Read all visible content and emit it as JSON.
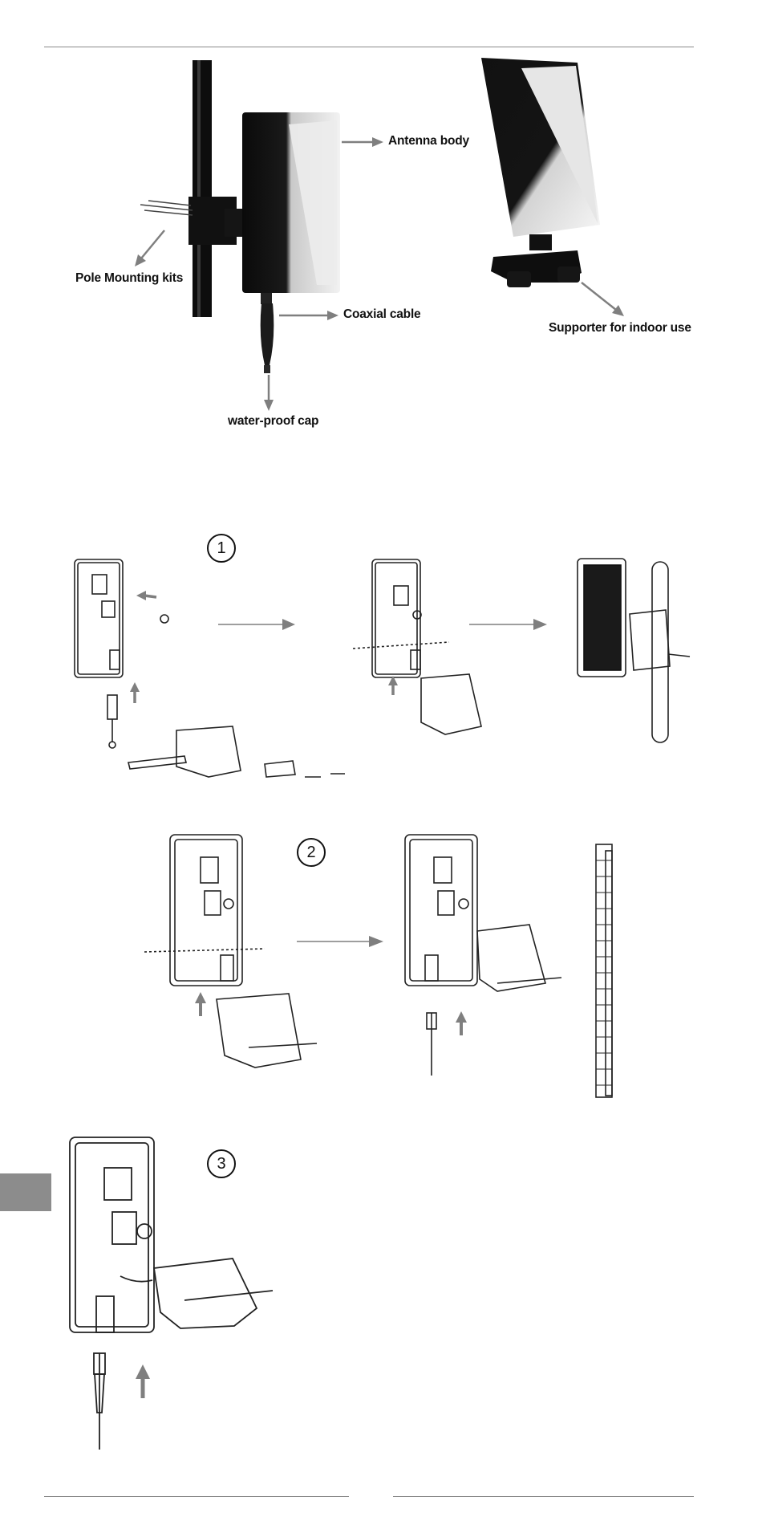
{
  "labels": {
    "antenna_body": "Antenna body",
    "pole_mounting_kits": "Pole Mounting kits",
    "coaxial_cable": "Coaxial cable",
    "water_proof_cap": "water-proof cap",
    "supporter_indoor": "Supporter for indoor use"
  },
  "steps": {
    "step1": "1",
    "step2": "2",
    "step3": "3"
  },
  "colors": {
    "arrow": "#7f7f7f",
    "rule": "#8a8a8a",
    "side_tab": "#8c8c8c"
  }
}
